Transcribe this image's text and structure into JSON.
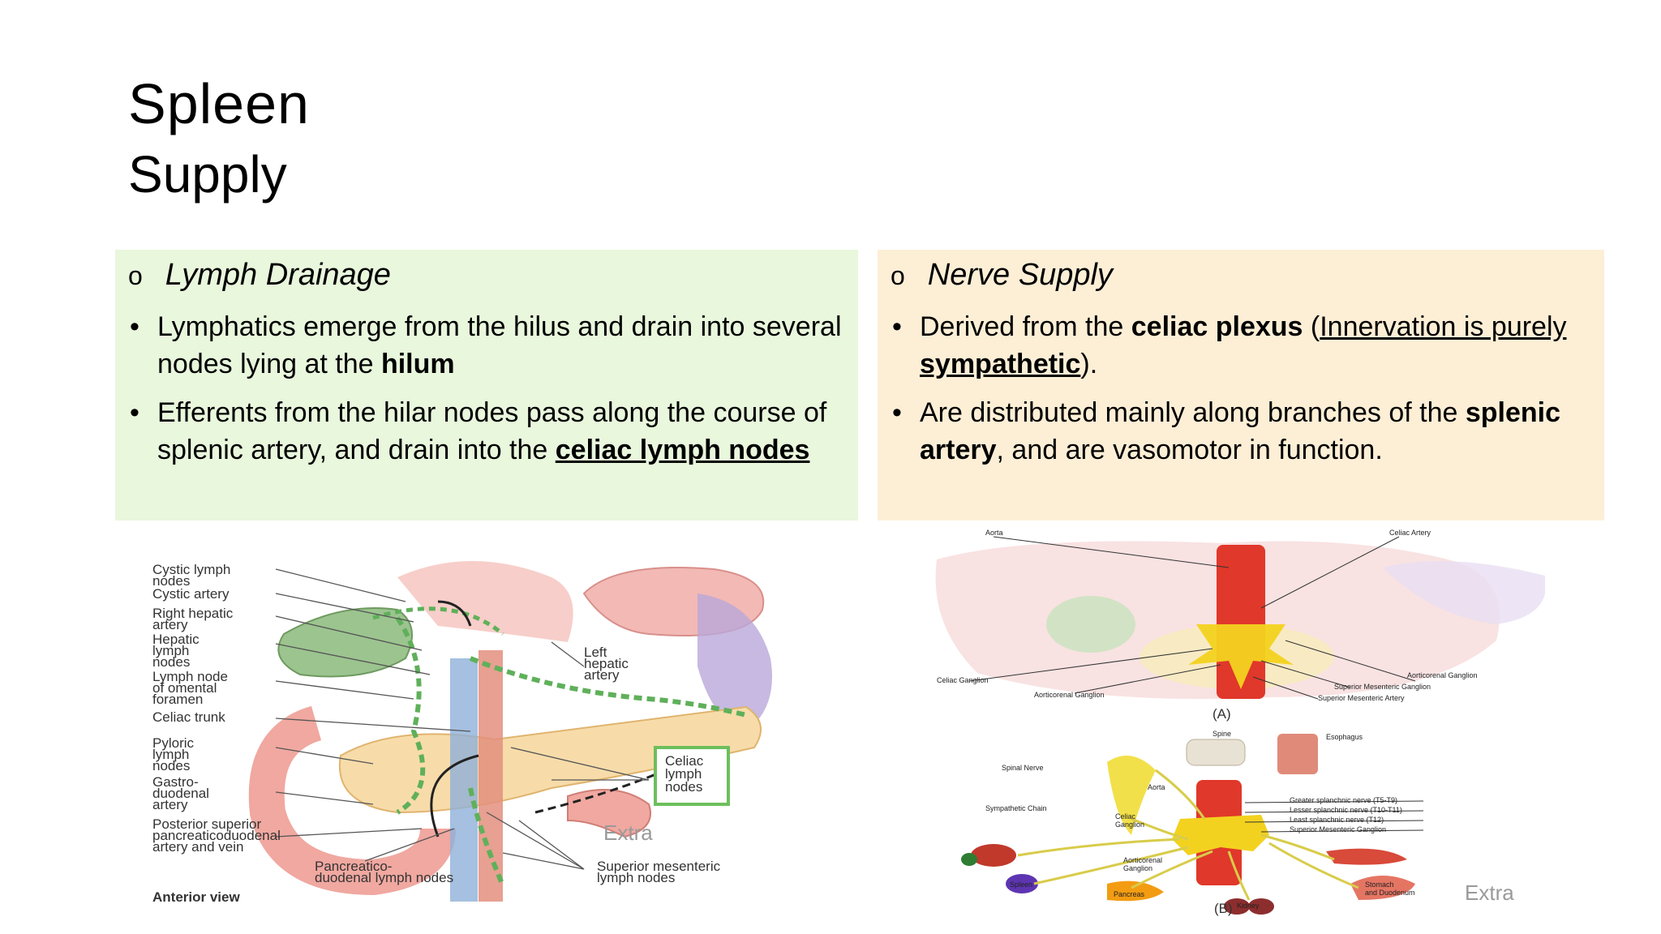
{
  "title": "Spleen",
  "subtitle": "Supply",
  "lymph": {
    "heading": "Lymph Drainage",
    "b1_text": "Lymphatics emerge from the hilus and drain into several nodes lying at the ",
    "b1_bold": "hilum",
    "b2_text": "Efferents from the hilar nodes pass along the course of splenic artery, and drain into the ",
    "b2_bold": "celiac lymph nodes"
  },
  "nerve": {
    "heading": "Nerve Supply",
    "b1_pre": "Derived from the ",
    "b1_bold": "celiac plexus",
    "b1_open": " (",
    "b1_u": "Innervation is purely ",
    "b1_ubold": "sympathetic",
    "b1_close": ").",
    "b2_pre": "Are distributed mainly along branches of the ",
    "b2_bold": "splenic artery",
    "b2_post": ", and are vasomotor in function."
  },
  "fig_left": {
    "labels": [
      "Cystic lymph",
      "nodes",
      "Cystic artery",
      "Right hepatic",
      "artery",
      "Hepatic",
      "lymph",
      "nodes",
      "Lymph node",
      "of omental",
      "foramen",
      "Celiac trunk",
      "Pyloric",
      "lymph",
      "nodes",
      "Gastro-",
      "duodenal",
      "artery",
      "Posterior superior",
      "pancreaticoduodenal",
      "artery and vein",
      "Pancreatico-",
      "duodenal lymph nodes",
      "Superior mesenteric",
      "lymph nodes",
      "Left",
      "hepatic",
      "artery",
      "Celiac",
      "lymph",
      "nodes"
    ],
    "view": "Anterior view",
    "extra": "Extra"
  },
  "fig_right": {
    "a_labels": [
      "Aorta",
      "Celiac Artery",
      "Celiac Ganglion",
      "Aorticorenal Ganglion",
      "Superior Mesenteric Ganglion",
      "Aorticorenal Ganglion",
      "Superior Mesenteric Artery"
    ],
    "a_caption": "(A)",
    "b_labels": [
      "Spine",
      "Esophagus",
      "Spinal Nerve",
      "Aorta",
      "Greater splanchnic nerve (T5-T9)",
      "Lesser splanchnic nerve (T10-T11)",
      "Least splanchnic nerve (T12)",
      "Sympathetic Chain",
      "Celiac",
      "Ganglion",
      "Superior Mesenteric Ganglion",
      "Aorticorenal",
      "Ganglion",
      "Spleen",
      "Pancreas",
      "Kidney",
      "Stomach",
      "and Duodenum"
    ],
    "b_caption": "(B)",
    "extra": "Extra"
  }
}
